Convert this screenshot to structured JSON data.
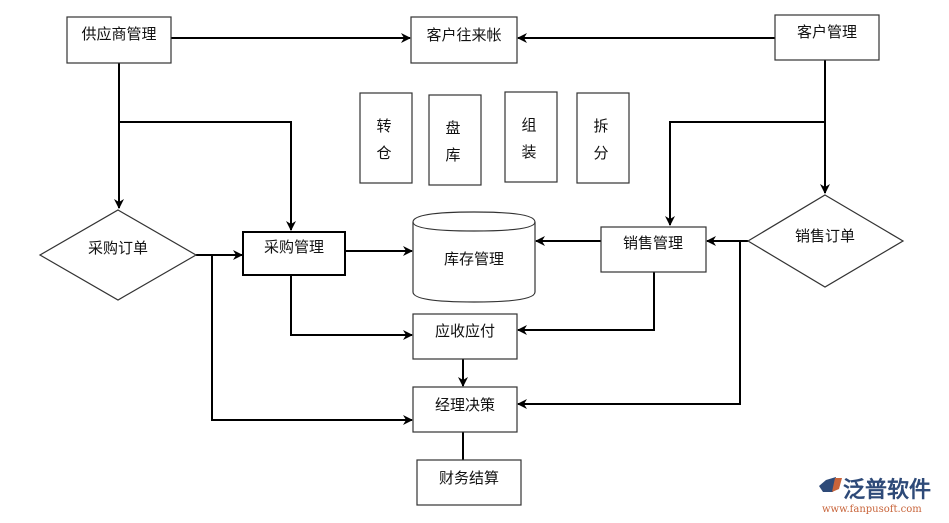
{
  "nodes": {
    "supplier": "供应商管理",
    "customer_account": "客户往来帐",
    "customer": "客户管理",
    "transfer": [
      "转",
      "仓"
    ],
    "stocktake": [
      "盘",
      "库"
    ],
    "assemble": [
      "组",
      "装"
    ],
    "split": [
      "拆",
      "分"
    ],
    "purchase_order": "采购订单",
    "purchase_mgmt": "采购管理",
    "inventory": "库存管理",
    "sales_mgmt": "销售管理",
    "sales_order": "销售订单",
    "receivable_payable": "应收应付",
    "manager_decision": "经理决策",
    "finance_settlement": "财务结算"
  },
  "logo": {
    "name": "泛普软件",
    "url": "www.fanpusoft.com",
    "colors": {
      "blue": "#2e4a78",
      "orange": "#c8643a"
    }
  }
}
